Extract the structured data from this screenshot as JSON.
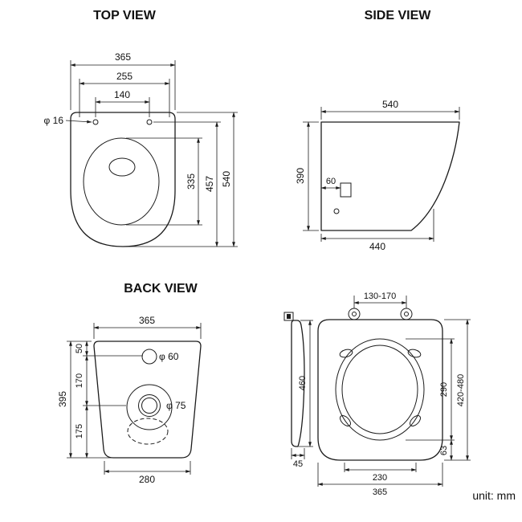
{
  "unit_label": "unit: mm",
  "views": {
    "top": {
      "title": "TOP VIEW",
      "dim_overall_width": "365",
      "dim_seat_width": "255",
      "dim_hole_spacing": "140",
      "dim_hole_dia": "φ 16",
      "dim_bowl_length": "335",
      "dim_rim_length": "457",
      "dim_overall_depth": "540"
    },
    "side": {
      "title": "SIDE VIEW",
      "dim_overall_depth": "540",
      "dim_height": "390",
      "dim_inlet_offset": "60",
      "dim_base_depth": "440"
    },
    "back": {
      "title": "BACK VIEW",
      "dim_top_width": "365",
      "dim_seg_top": "50",
      "dim_seg_mid": "170",
      "dim_seg_bottom": "175",
      "dim_overall_height": "395",
      "dim_inlet_dia": "φ 60",
      "dim_outlet_dia": "φ 75",
      "dim_bottom_width": "280"
    },
    "seat": {
      "dim_hinge_spacing": "130-170",
      "dim_lid_length": "460",
      "dim_lid_thickness": "45",
      "dim_opening_length": "290",
      "dim_length_range": "420-480",
      "dim_hinge_offset": "63",
      "dim_opening_width": "230",
      "dim_overall_width": "365"
    }
  }
}
